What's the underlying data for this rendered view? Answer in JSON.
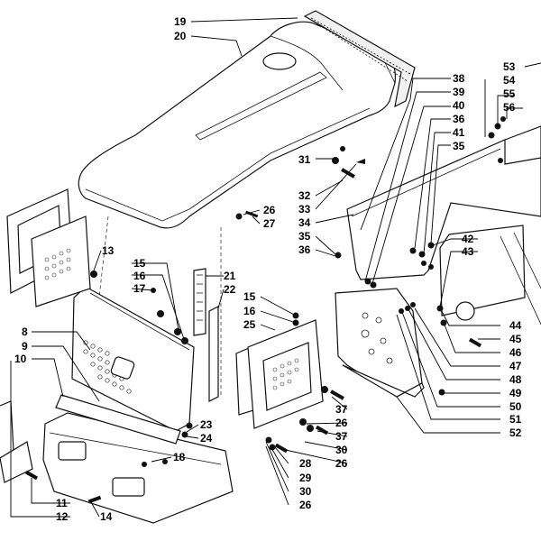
{
  "diagram": {
    "callouts": [
      "19",
      "20",
      "53",
      "54",
      "55",
      "56",
      "38",
      "39",
      "40",
      "36",
      "41",
      "35",
      "31",
      "32",
      "33",
      "34",
      "26",
      "27",
      "13",
      "15",
      "16",
      "17",
      "21",
      "22",
      "35",
      "36",
      "42",
      "43",
      "15",
      "16",
      "25",
      "8",
      "9",
      "10",
      "23",
      "24",
      "18",
      "11",
      "12",
      "14",
      "44",
      "45",
      "46",
      "47",
      "48",
      "49",
      "50",
      "51",
      "52",
      "37",
      "26",
      "37",
      "30",
      "26",
      "28",
      "29",
      "30",
      "26"
    ]
  }
}
